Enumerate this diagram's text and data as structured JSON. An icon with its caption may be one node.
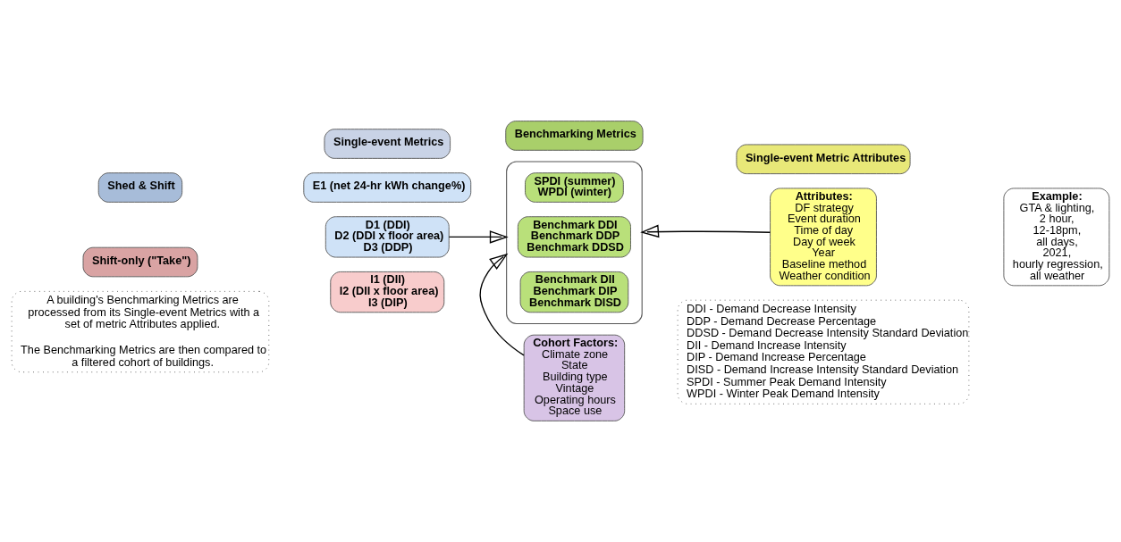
{
  "diagram": {
    "nodes": [
      {
        "text": [
          "Single-event Metrics"
        ]
      },
      {
        "text": [
          "Benchmarking Metrics"
        ]
      },
      {
        "text": [
          "Single-event Metric Attributes"
        ]
      },
      {
        "text": [
          "Shed & Shift"
        ]
      },
      {
        "text": [
          "Shift-only (\"Take\")"
        ]
      },
      {
        "text": [
          "E1 (net 24-hr kWh change%)"
        ]
      },
      {
        "text": [
          "D1 (DDI)",
          "D2 (DDI x floor area)",
          "D3 (DDP)"
        ]
      },
      {
        "text": [
          "I1 (DII)",
          "I2 (DII x floor area)",
          "I3 (DIP)"
        ]
      },
      {
        "text": [],
        "shape": "box"
      },
      {
        "text": [
          "SPDI (summer)",
          "WPDI (winter)"
        ],
        "in": 8
      },
      {
        "text": [
          "Benchmark DDI",
          "Benchmark DDP",
          "Benchmark DDSD"
        ],
        "in": 8
      },
      {
        "text": [
          "Benchmark DII",
          "Benchmark DIP",
          "Benchmark DISD"
        ],
        "in": 8
      },
      {
        "text": [
          "Attributes:",
          "DF strategy",
          "Event duration",
          "Time of day",
          "Day of week",
          "Year",
          "Baseline method",
          "Weather condition"
        ]
      },
      {
        "text": [
          "Example:",
          "GTA & lighting,",
          "2 hour,",
          "12-18pm,",
          "all days,",
          "2021,",
          "hourly regression,",
          "all weather"
        ]
      },
      {
        "text": [
          "Cohort Factors:",
          "Climate zone",
          "State",
          "Building type",
          "Vintage",
          "Operating hours",
          "Space use"
        ]
      },
      {
        "text": [
          "A building's Benchmarking Metrics are processed from its Single-event Metrics with a set of metric Attributes applied.",
          "The Benchmarking Metrics are then compared to a filtered cohort of buildings."
        ]
      },
      {
        "text": [
          "DDI - Demand Decrease Intensity",
          "DDP - Demand Decrease Percentage",
          "DDSD - Demand Decrease Intensity Standard Deviation",
          "DII - Demand Increase Intensity",
          "DIP - Demand Increase Percentage",
          "DISD - Demand Increase Intensity Standard Deviation",
          "SPDI - Summer Peak Demand Intensity",
          "WPDI - Winter Peak Demand Intensity"
        ]
      }
    ],
    "edges": [
      {
        "from": 6,
        "to": 8,
        "arrow": "to"
      },
      {
        "from": 12,
        "to": 8,
        "arrow": "to"
      },
      {
        "from": 14,
        "to": 8,
        "arrow": "to"
      }
    ]
  }
}
